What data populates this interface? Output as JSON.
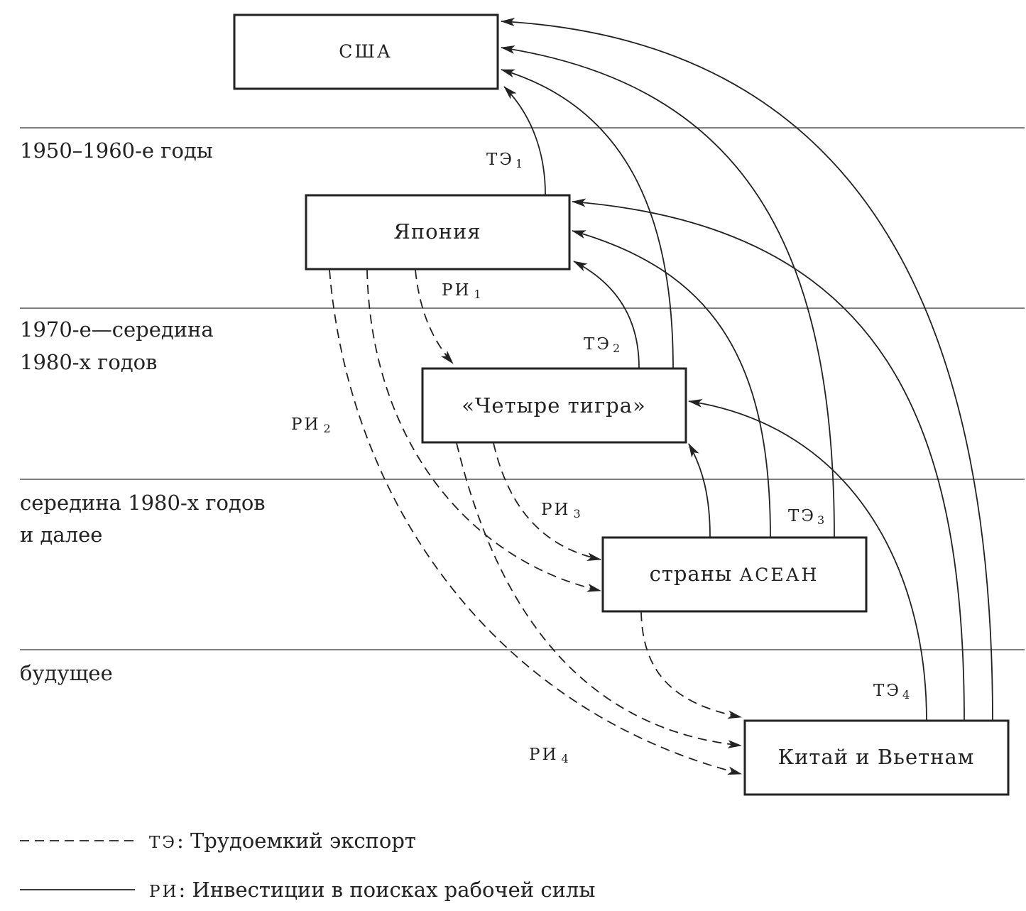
{
  "boxes": {
    "usa": "США",
    "japan": "Япония",
    "tigers": "«Четыре тигра»",
    "asean_prefix": "страны ",
    "asean_abbr": "АСЕАН",
    "china": "Китай и Вьетнам"
  },
  "periods": {
    "p1": "1950–1960-е годы",
    "p2_line1": "1970-е—середина",
    "p2_line2": "1980-х годов",
    "p3_line1": "середина 1980-х годов",
    "p3_line2": "и далее",
    "p4": "будущее"
  },
  "flows": {
    "te": "ТЭ",
    "ri": "РИ",
    "te1": "1",
    "te2": "2",
    "te3": "3",
    "te4": "4",
    "ri1": "1",
    "ri2": "2",
    "ri3": "3",
    "ri4": "4"
  },
  "legend": {
    "dashed_abbr": "ТЭ",
    "dashed_text": ": Трудоемкий экспорт",
    "solid_abbr": "РИ",
    "solid_text": ": Инвестиции в поисках рабочей силы"
  }
}
